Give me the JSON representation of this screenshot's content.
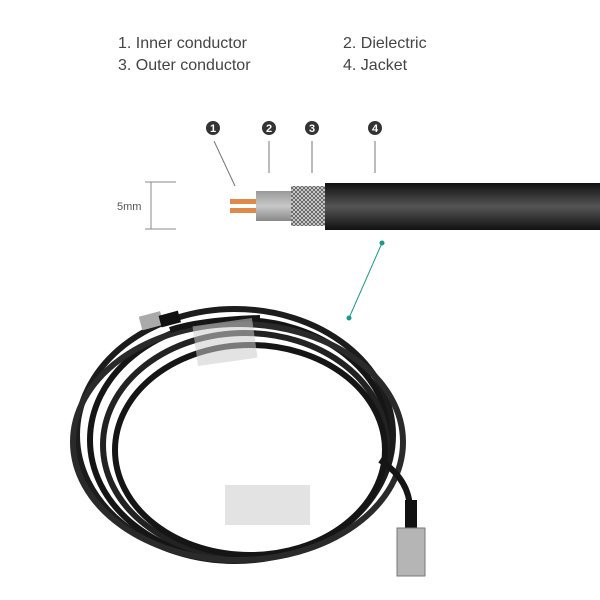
{
  "legend": [
    {
      "label": "1. Inner conductor"
    },
    {
      "label": "2. Dielectric"
    },
    {
      "label": "3. Outer conductor"
    },
    {
      "label": "4. Jacket"
    }
  ],
  "callouts": [
    "1",
    "2",
    "3",
    "4"
  ],
  "dimension_label": "5mm",
  "colors": {
    "copper": "#e08a4a",
    "dielectric": "#a8a8a8",
    "jacket": "#1a1a1a",
    "accent": "#1a9a8a"
  }
}
